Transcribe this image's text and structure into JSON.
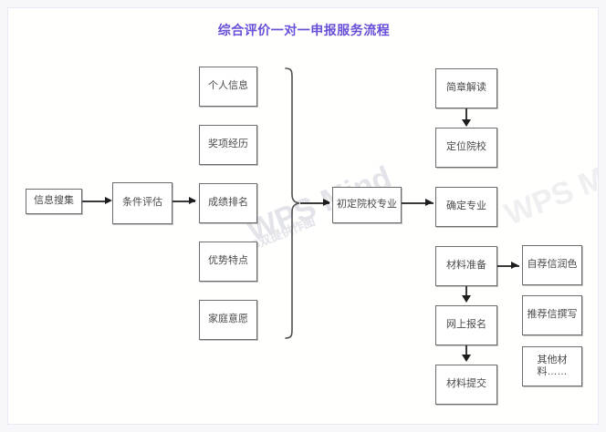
{
  "title": "综合评价一对一申报服务流程",
  "accent_color": "#6a4fd8",
  "watermark": {
    "brand": "WPS Mind",
    "note": "WPS双提供作图"
  },
  "chart_data": {
    "type": "diagram",
    "title": "综合评价一对一申报服务流程",
    "orientation": "left-to-right",
    "nodes": [
      {
        "id": "n1",
        "label": "信息搜集",
        "column": 1
      },
      {
        "id": "n2",
        "label": "条件评估",
        "column": 2
      },
      {
        "id": "n3",
        "label": "个人信息",
        "column": 3
      },
      {
        "id": "n4",
        "label": "奖项经历",
        "column": 3
      },
      {
        "id": "n5",
        "label": "成绩排名",
        "column": 3
      },
      {
        "id": "n6",
        "label": "优势特点",
        "column": 3
      },
      {
        "id": "n7",
        "label": "家庭意愿",
        "column": 3
      },
      {
        "id": "n8",
        "label": "初定院校专业",
        "column": 4
      },
      {
        "id": "n9",
        "label": "简章解读",
        "column": 5
      },
      {
        "id": "n10",
        "label": "定位院校",
        "column": 5
      },
      {
        "id": "n11",
        "label": "确定专业",
        "column": 5
      },
      {
        "id": "n12",
        "label": "材料准备",
        "column": 5
      },
      {
        "id": "n13",
        "label": "网上报名",
        "column": 5
      },
      {
        "id": "n14",
        "label": "材料提交",
        "column": 5
      },
      {
        "id": "n15",
        "label": "自荐信润色",
        "column": 6
      },
      {
        "id": "n16",
        "label": "推荐信撰写",
        "column": 6
      },
      {
        "id": "n17",
        "label": "其他材料……",
        "column": 6
      }
    ],
    "edges": [
      {
        "from": "n1",
        "to": "n2",
        "type": "arrow-right"
      },
      {
        "from": "n2",
        "to": "brace-group",
        "type": "arrow-right"
      },
      {
        "from": "brace-group",
        "to": "n8",
        "type": "arrow-right"
      },
      {
        "from": "n8",
        "to": "n11",
        "type": "arrow-right"
      },
      {
        "from": "n9",
        "to": "n10",
        "type": "arrow-down"
      },
      {
        "from": "n12",
        "to": "n13",
        "type": "arrow-down"
      },
      {
        "from": "n13",
        "to": "n14",
        "type": "arrow-down"
      },
      {
        "from": "n12",
        "to": "n15",
        "type": "arrow-right"
      }
    ],
    "groups": [
      {
        "id": "brace-group",
        "brace": "right-curly",
        "members": [
          "n3",
          "n4",
          "n5",
          "n6",
          "n7"
        ]
      }
    ]
  }
}
